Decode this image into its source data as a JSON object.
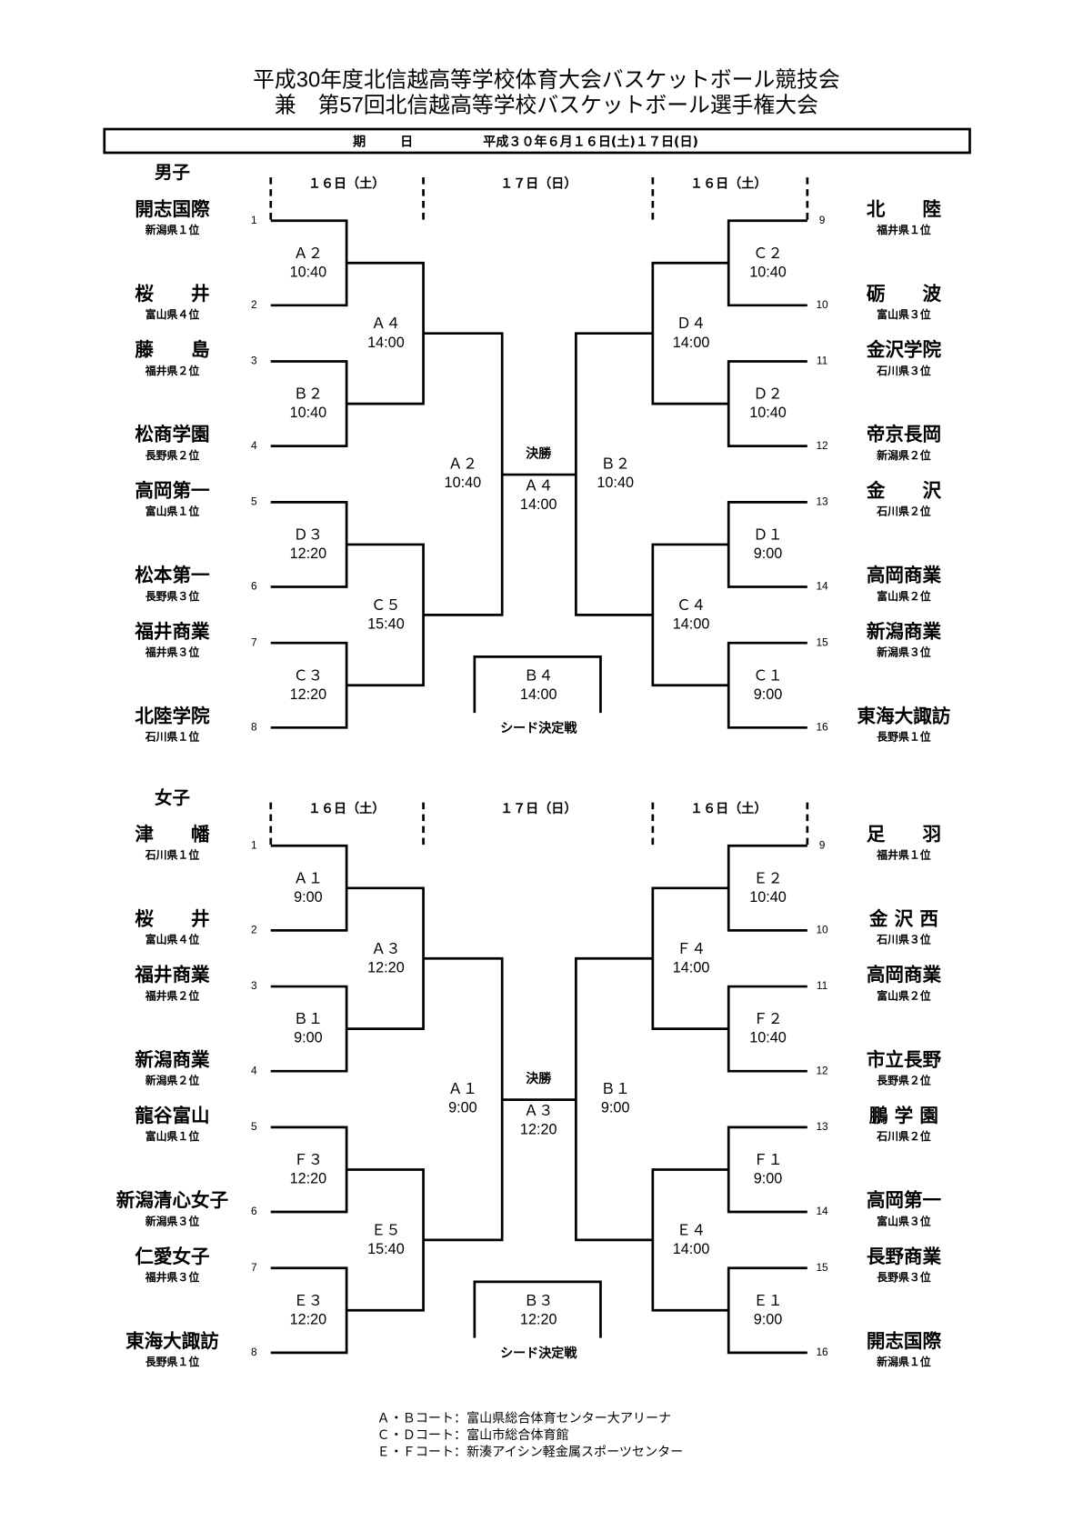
{
  "title": {
    "line1": "平成30年度北信越高等学校体育大会バスケットボール競技会",
    "line2": "兼　第57回北信越高等学校バスケットボール選手権大会"
  },
  "dates": {
    "label1": "期",
    "label2": "日",
    "value": "平成３０年６月１６日(土)１７日(日)"
  },
  "sections": [
    {
      "name": "男子",
      "day_headers": [
        "１６日（土）",
        "１７日（日）",
        "１６日（土）"
      ],
      "left_teams": [
        {
          "seed": "1",
          "name": "開志国際",
          "rank": "新潟県１位"
        },
        {
          "seed": "2",
          "name": "桜　　井",
          "rank": "富山県４位"
        },
        {
          "seed": "3",
          "name": "藤　　島",
          "rank": "福井県２位"
        },
        {
          "seed": "4",
          "name": "松商学園",
          "rank": "長野県２位"
        },
        {
          "seed": "5",
          "name": "高岡第一",
          "rank": "富山県１位"
        },
        {
          "seed": "6",
          "name": "松本第一",
          "rank": "長野県３位"
        },
        {
          "seed": "7",
          "name": "福井商業",
          "rank": "福井県３位"
        },
        {
          "seed": "8",
          "name": "北陸学院",
          "rank": "石川県１位"
        }
      ],
      "right_teams": [
        {
          "seed": "9",
          "name": "北　　陸",
          "rank": "福井県１位"
        },
        {
          "seed": "10",
          "name": "砺　　波",
          "rank": "富山県３位"
        },
        {
          "seed": "11",
          "name": "金沢学院",
          "rank": "石川県３位"
        },
        {
          "seed": "12",
          "name": "帝京長岡",
          "rank": "新潟県２位"
        },
        {
          "seed": "13",
          "name": "金　　沢",
          "rank": "石川県２位"
        },
        {
          "seed": "14",
          "name": "高岡商業",
          "rank": "富山県２位"
        },
        {
          "seed": "15",
          "name": "新潟商業",
          "rank": "新潟県３位"
        },
        {
          "seed": "16",
          "name": "東海大諏訪",
          "rank": "長野県１位"
        }
      ],
      "left_r1": [
        {
          "court": "Ａ２",
          "time": "10:40"
        },
        {
          "court": "Ｂ２",
          "time": "10:40"
        },
        {
          "court": "Ｄ３",
          "time": "12:20"
        },
        {
          "court": "Ｃ３",
          "time": "12:20"
        }
      ],
      "left_r2": [
        {
          "court": "Ａ４",
          "time": "14:00"
        },
        {
          "court": "Ｃ５",
          "time": "15:40"
        }
      ],
      "left_semi": {
        "court": "Ａ２",
        "time": "10:40"
      },
      "right_r1": [
        {
          "court": "Ｃ２",
          "time": "10:40"
        },
        {
          "court": "Ｄ２",
          "time": "10:40"
        },
        {
          "court": "Ｄ１",
          "time": "9:00"
        },
        {
          "court": "Ｃ１",
          "time": "9:00"
        }
      ],
      "right_r2": [
        {
          "court": "Ｄ４",
          "time": "14:00"
        },
        {
          "court": "Ｃ４",
          "time": "14:00"
        }
      ],
      "right_semi": {
        "court": "Ｂ２",
        "time": "10:40"
      },
      "final": {
        "label": "決勝",
        "court": "Ａ４",
        "time": "14:00"
      },
      "seed_match": {
        "court": "Ｂ４",
        "time": "14:00",
        "label": "シード決定戦"
      }
    },
    {
      "name": "女子",
      "day_headers": [
        "１６日（土）",
        "１７日（日）",
        "１６日（土）"
      ],
      "left_teams": [
        {
          "seed": "1",
          "name": "津　　幡",
          "rank": "石川県１位"
        },
        {
          "seed": "2",
          "name": "桜　　井",
          "rank": "富山県４位"
        },
        {
          "seed": "3",
          "name": "福井商業",
          "rank": "福井県２位"
        },
        {
          "seed": "4",
          "name": "新潟商業",
          "rank": "新潟県２位"
        },
        {
          "seed": "5",
          "name": "龍谷富山",
          "rank": "富山県１位"
        },
        {
          "seed": "6",
          "name": "新潟清心女子",
          "rank": "新潟県３位"
        },
        {
          "seed": "7",
          "name": "仁愛女子",
          "rank": "福井県３位"
        },
        {
          "seed": "8",
          "name": "東海大諏訪",
          "rank": "長野県１位"
        }
      ],
      "right_teams": [
        {
          "seed": "9",
          "name": "足　　羽",
          "rank": "福井県１位"
        },
        {
          "seed": "10",
          "name": "金 沢 西",
          "rank": "石川県３位"
        },
        {
          "seed": "11",
          "name": "高岡商業",
          "rank": "富山県２位"
        },
        {
          "seed": "12",
          "name": "市立長野",
          "rank": "長野県２位"
        },
        {
          "seed": "13",
          "name": "鵬 学 園",
          "rank": "石川県２位"
        },
        {
          "seed": "14",
          "name": "高岡第一",
          "rank": "富山県３位"
        },
        {
          "seed": "15",
          "name": "長野商業",
          "rank": "長野県３位"
        },
        {
          "seed": "16",
          "name": "開志国際",
          "rank": "新潟県１位"
        }
      ],
      "left_r1": [
        {
          "court": "Ａ１",
          "time": "9:00"
        },
        {
          "court": "Ｂ１",
          "time": "9:00"
        },
        {
          "court": "Ｆ３",
          "time": "12:20"
        },
        {
          "court": "Ｅ３",
          "time": "12:20"
        }
      ],
      "left_r2": [
        {
          "court": "Ａ３",
          "time": "12:20"
        },
        {
          "court": "Ｅ５",
          "time": "15:40"
        }
      ],
      "left_semi": {
        "court": "Ａ１",
        "time": "9:00"
      },
      "right_r1": [
        {
          "court": "Ｅ２",
          "time": "10:40"
        },
        {
          "court": "Ｆ２",
          "time": "10:40"
        },
        {
          "court": "Ｆ１",
          "time": "9:00"
        },
        {
          "court": "Ｅ１",
          "time": "9:00"
        }
      ],
      "right_r2": [
        {
          "court": "Ｆ４",
          "time": "14:00"
        },
        {
          "court": "Ｅ４",
          "time": "14:00"
        }
      ],
      "right_semi": {
        "court": "Ｂ１",
        "time": "9:00"
      },
      "final": {
        "label": "決勝",
        "court": "Ａ３",
        "time": "12:20"
      },
      "seed_match": {
        "court": "Ｂ３",
        "time": "12:20",
        "label": "シード決定戦"
      }
    }
  ],
  "footer": [
    "Ａ・Ｂコート：富山県総合体育センター大アリーナ",
    "Ｃ・Ｄコート：富山市総合体育館",
    "Ｅ・Ｆコート：新湊アイシン軽金属スポーツセンター"
  ]
}
